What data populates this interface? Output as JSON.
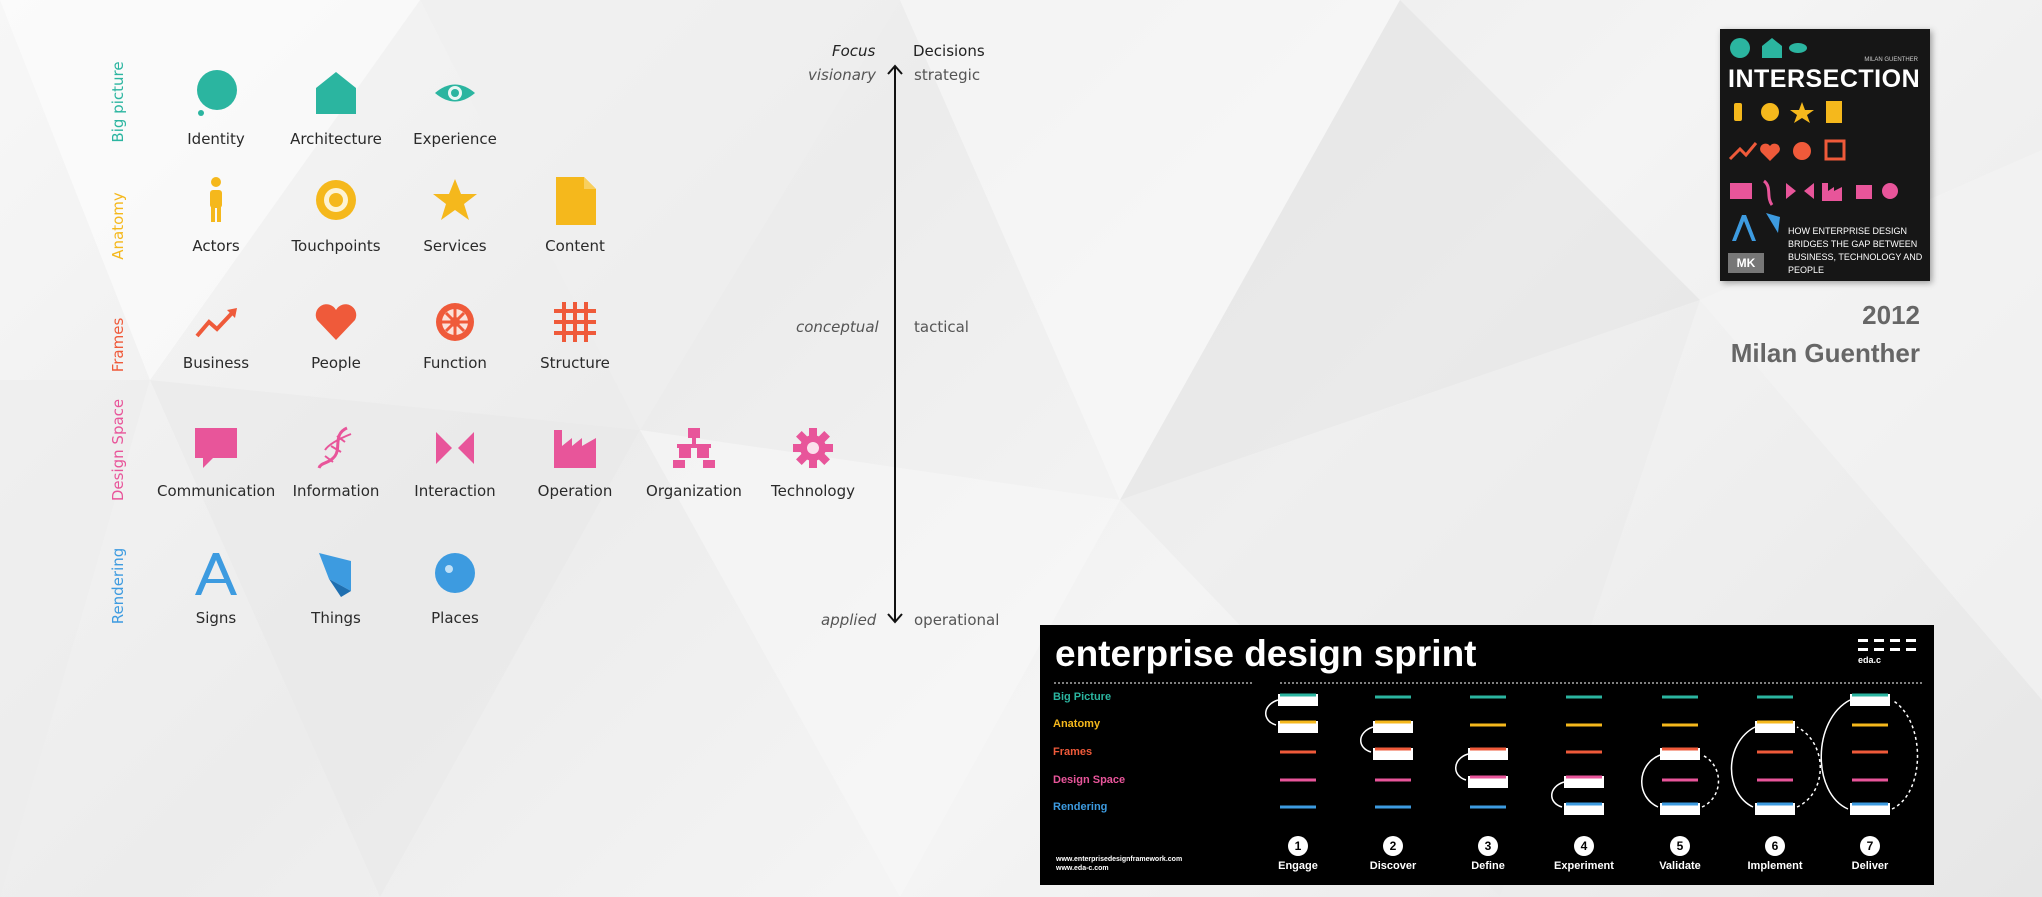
{
  "rows": [
    {
      "label": "Big picture",
      "color": "#2bb5a0"
    },
    {
      "label": "Anatomy",
      "color": "#f5b81c"
    },
    {
      "label": "Frames",
      "color": "#ef5a3a"
    },
    {
      "label": "Design Space",
      "color": "#e8559a"
    },
    {
      "label": "Rendering",
      "color": "#3d9be0"
    }
  ],
  "tiles": [
    {
      "label": "Identity",
      "icon": "identity-icon"
    },
    {
      "label": "Architecture",
      "icon": "architecture-icon"
    },
    {
      "label": "Experience",
      "icon": "experience-icon"
    },
    {
      "label": "Actors",
      "icon": "actors-icon"
    },
    {
      "label": "Touchpoints",
      "icon": "touchpoints-icon"
    },
    {
      "label": "Services",
      "icon": "services-icon"
    },
    {
      "label": "Content",
      "icon": "content-icon"
    },
    {
      "label": "Business",
      "icon": "business-icon"
    },
    {
      "label": "People",
      "icon": "people-icon"
    },
    {
      "label": "Function",
      "icon": "function-icon"
    },
    {
      "label": "Structure",
      "icon": "structure-icon"
    },
    {
      "label": "Communication",
      "icon": "communication-icon"
    },
    {
      "label": "Information",
      "icon": "information-icon"
    },
    {
      "label": "Interaction",
      "icon": "interaction-icon"
    },
    {
      "label": "Operation",
      "icon": "operation-icon"
    },
    {
      "label": "Organization",
      "icon": "organization-icon"
    },
    {
      "label": "Technology",
      "icon": "technology-icon"
    },
    {
      "label": "Signs",
      "icon": "signs-icon"
    },
    {
      "label": "Things",
      "icon": "things-icon"
    },
    {
      "label": "Places",
      "icon": "places-icon"
    }
  ],
  "axis": {
    "focus_header": "Focus",
    "decisions_header": "Decisions",
    "levels": [
      {
        "focus": "visionary",
        "decision": "strategic"
      },
      {
        "focus": "conceptual",
        "decision": "tactical"
      },
      {
        "focus": "applied",
        "decision": "operational"
      }
    ]
  },
  "book": {
    "author_small": "MILAN GUENTHER",
    "title": "INTERSECTION",
    "subtitle": "HOW ENTERPRISE DESIGN BRIDGES THE GAP BETWEEN BUSINESS, TECHNOLOGY AND PEOPLE",
    "publisher": "MK",
    "year": "2012",
    "author": "Milan Guenther"
  },
  "poster": {
    "title": "enterprise design sprint",
    "logo": "eda.c",
    "rows": [
      {
        "label": "Big Picture",
        "color": "#2bb5a0"
      },
      {
        "label": "Anatomy",
        "color": "#f5b81c"
      },
      {
        "label": "Frames",
        "color": "#ef5a3a"
      },
      {
        "label": "Design Space",
        "color": "#e8559a"
      },
      {
        "label": "Rendering",
        "color": "#3d9be0"
      }
    ],
    "steps": [
      {
        "num": "1",
        "label": "Engage"
      },
      {
        "num": "2",
        "label": "Discover"
      },
      {
        "num": "3",
        "label": "Define"
      },
      {
        "num": "4",
        "label": "Experiment"
      },
      {
        "num": "5",
        "label": "Validate"
      },
      {
        "num": "6",
        "label": "Implement"
      },
      {
        "num": "7",
        "label": "Deliver"
      }
    ],
    "urls": [
      "www.enterprisedesignframework.com",
      "www.eda-c.com"
    ]
  }
}
